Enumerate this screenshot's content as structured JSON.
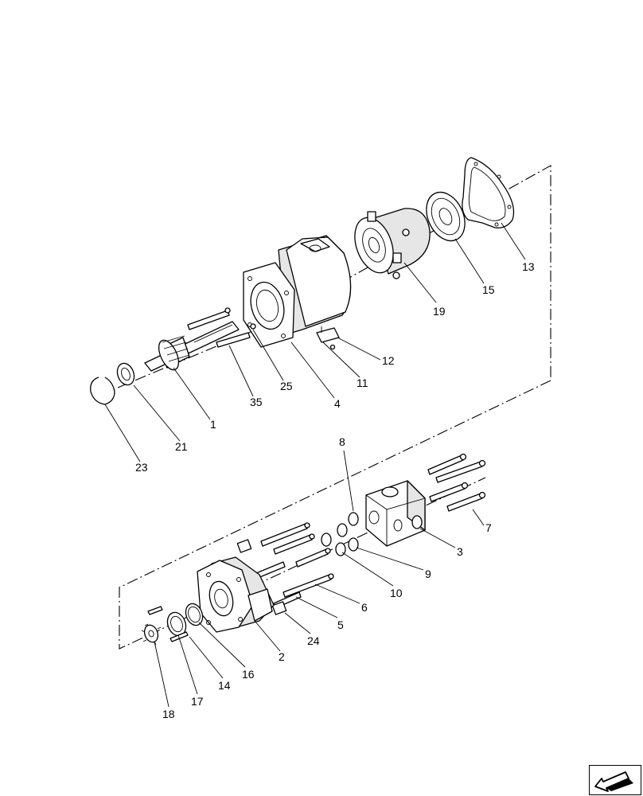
{
  "diagram": {
    "callouts": {
      "c1": "1",
      "c2": "2",
      "c3": "3",
      "c4": "4",
      "c5": "5",
      "c6": "6",
      "c7": "7",
      "c8": "8",
      "c9": "9",
      "c10": "10",
      "c11": "11",
      "c12": "12",
      "c13": "13",
      "c14": "14",
      "c15": "15",
      "c16": "16",
      "c17": "17",
      "c18": "18",
      "c19": "19",
      "c21": "21",
      "c23": "23",
      "c24": "24",
      "c25": "25",
      "c35": "35"
    }
  },
  "navigation": {
    "next_icon": "arrow-icon"
  }
}
